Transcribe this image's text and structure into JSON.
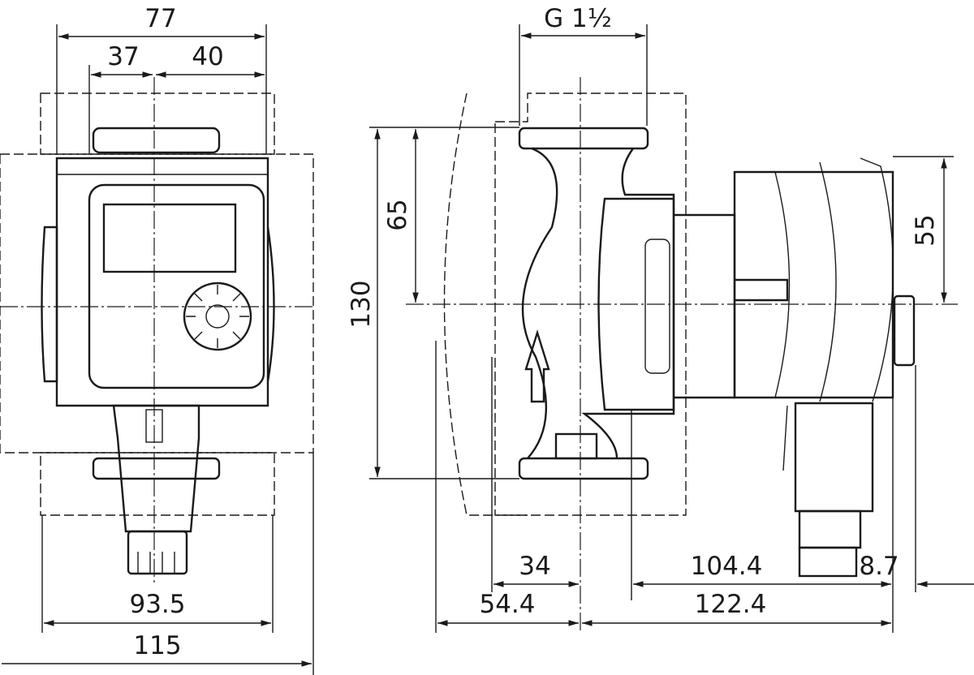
{
  "dimensions": {
    "front_width_top": "77",
    "front_left_offset": "37",
    "front_right_offset": "40",
    "thread": "G 1½",
    "height_inner": "65",
    "height_total": "130",
    "motor_height": "55",
    "port_offset": "34",
    "motor_length": "104.4",
    "plug_offset": "8.7",
    "half_length": "54.4",
    "overall_length": "122.4",
    "front_width_mid": "93.5",
    "front_width_total": "115"
  }
}
